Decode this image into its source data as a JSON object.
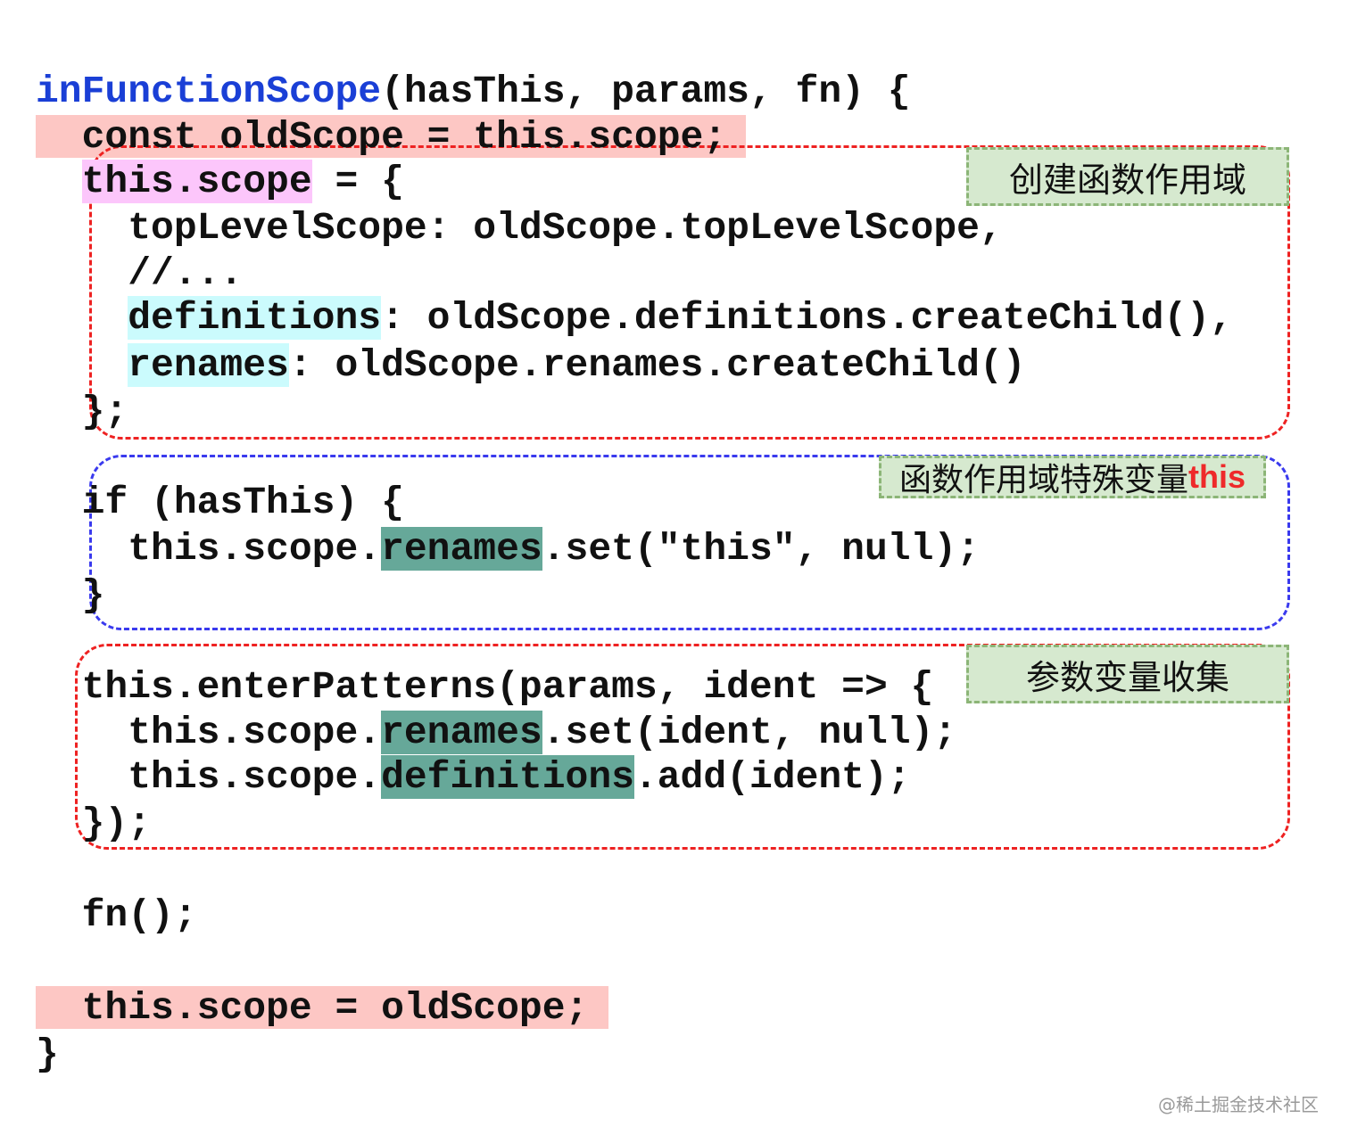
{
  "code": {
    "l1": {
      "fn_name": "inFunctionScope",
      "rest": "(hasThis, params, fn) {"
    },
    "l2": {
      "text": "  const oldScope = this.scope;"
    },
    "l3": {
      "indent": "  ",
      "this_scope": "this.scope",
      "rest": " = {"
    },
    "l4": {
      "text": "    topLevelScope: oldScope.topLevelScope,"
    },
    "l5": {
      "text": "    //..."
    },
    "l6": {
      "indent": "    ",
      "key": "definitions",
      "rest": ": oldScope.definitions.createChild(),"
    },
    "l7": {
      "indent": "    ",
      "key": "renames",
      "rest": ": oldScope.renames.createChild()"
    },
    "l8": {
      "text": "  };"
    },
    "l9": {
      "text": "  if (hasThis) {"
    },
    "l10": {
      "prefix": "    this.scope.",
      "key": "renames",
      "rest": ".set(\"this\", null);"
    },
    "l11": {
      "text": "  }"
    },
    "l12": {
      "text": "  this.enterPatterns(params, ident => {"
    },
    "l13": {
      "prefix": "    this.scope.",
      "key": "renames",
      "rest": ".set(ident, null);"
    },
    "l14": {
      "prefix": "    this.scope.",
      "key": "definitions",
      "rest": ".add(ident);"
    },
    "l15": {
      "text": "  });"
    },
    "l16": {
      "text": "  fn();"
    },
    "l17": {
      "text": "  this.scope = oldScope;"
    },
    "l18": {
      "text": "}"
    }
  },
  "labels": {
    "create_scope": "创建函数作用域",
    "special_var_prefix": "函数作用域特殊变量",
    "special_var_accent": "this",
    "param_collect": "参数变量收集"
  },
  "watermark": "@稀土掘金技术社区",
  "colors": {
    "keyword_blue": "#1a3fd6",
    "pink_highlight": "#fdc7c4",
    "magenta_highlight": "#fcc6fb",
    "cyan_highlight": "#cbfbfd",
    "teal_highlight": "#66a899",
    "red_dashed": "#ee2222",
    "blue_dashed": "#3a3aee",
    "label_bg": "#d6e9cf",
    "label_border": "#8cb577",
    "accent_red": "#ee2a2a"
  }
}
